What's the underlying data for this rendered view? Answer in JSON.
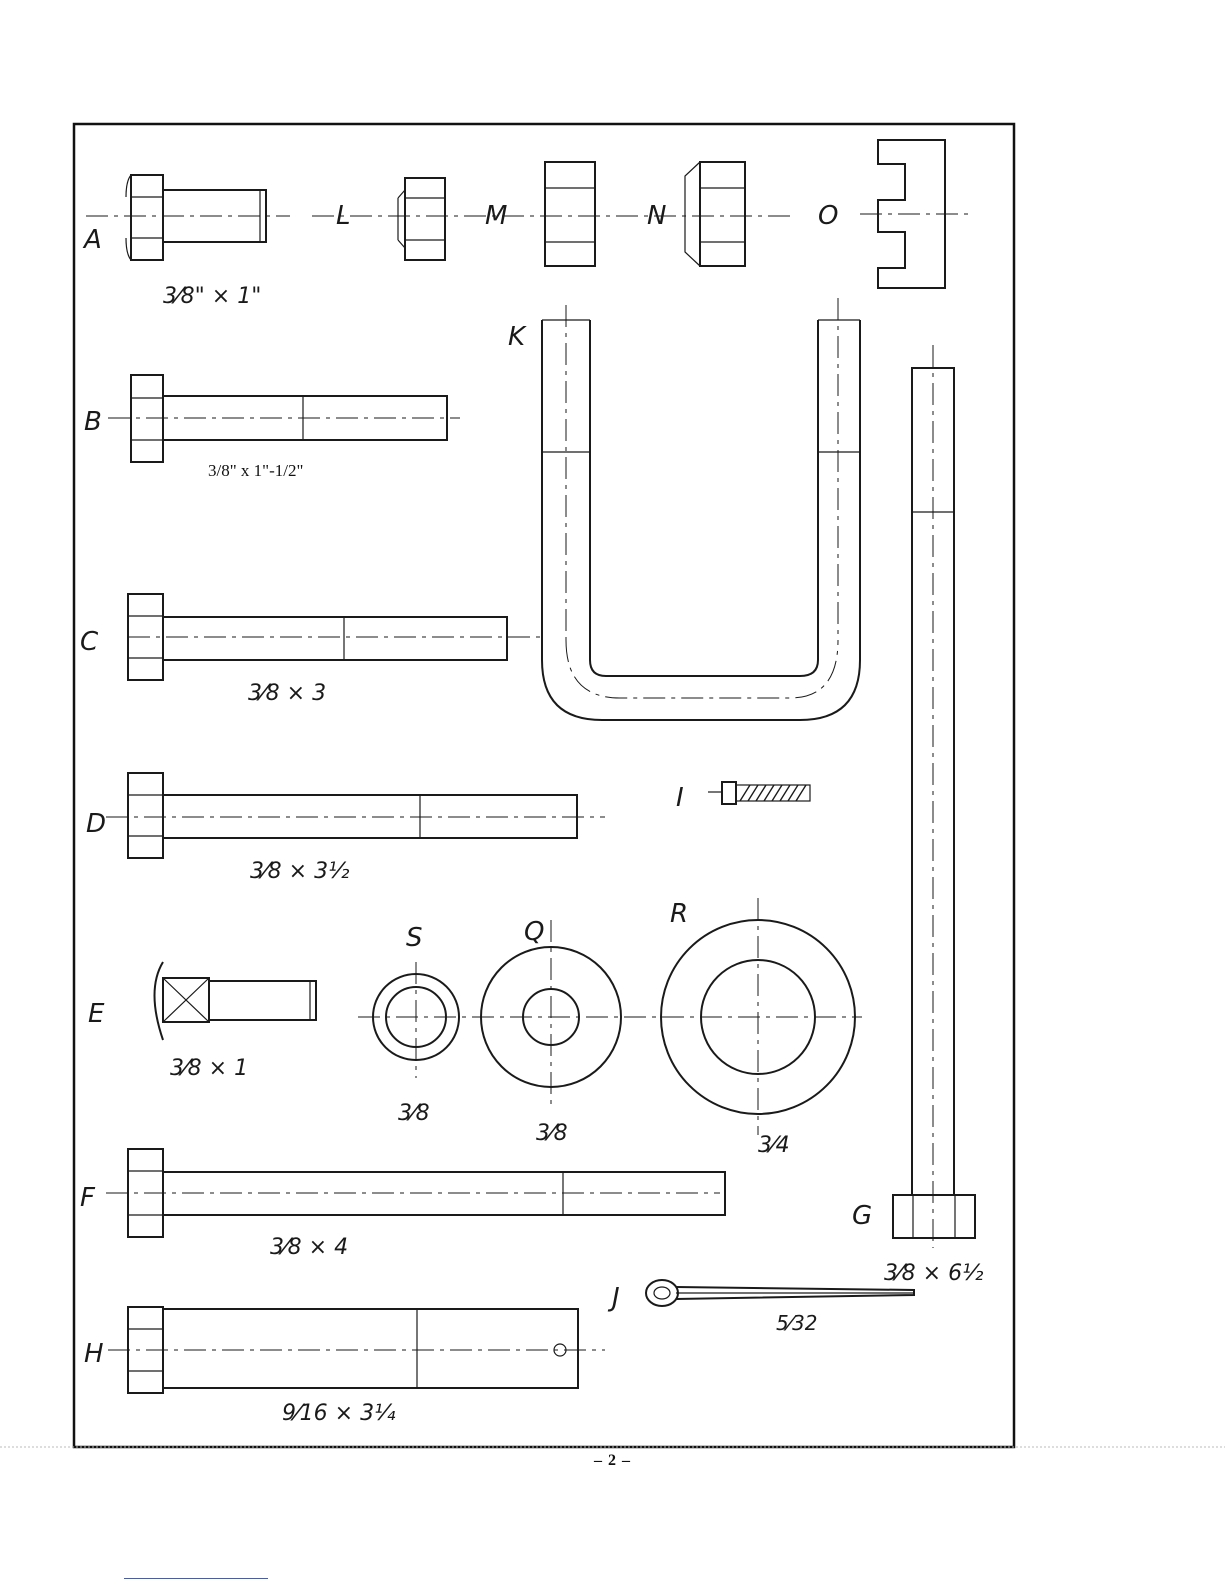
{
  "parts": {
    "A": {
      "letter": "A",
      "size": "3⁄8\" × 1\""
    },
    "B": {
      "letter": "B",
      "size": "3/8\" x 1\"-1/2\""
    },
    "C": {
      "letter": "C",
      "size": "3⁄8 × 3"
    },
    "D": {
      "letter": "D",
      "size": "3⁄8 × 3½"
    },
    "E": {
      "letter": "E",
      "size": "3⁄8 × 1"
    },
    "F": {
      "letter": "F",
      "size": "3⁄8 × 4"
    },
    "G": {
      "letter": "G",
      "size": "3⁄8 × 6½"
    },
    "H": {
      "letter": "H",
      "size": "9⁄16 × 3¼"
    },
    "I": {
      "letter": "I"
    },
    "J": {
      "letter": "J",
      "size": "5⁄32"
    },
    "K": {
      "letter": "K"
    },
    "L": {
      "letter": "L"
    },
    "M": {
      "letter": "M"
    },
    "N": {
      "letter": "N"
    },
    "O": {
      "letter": "O"
    },
    "Q": {
      "letter": "Q",
      "size": "3⁄8"
    },
    "R": {
      "letter": "R",
      "size": "3⁄4"
    },
    "S": {
      "letter": "S",
      "size": "3⁄8"
    }
  },
  "page_number": "– 2 –"
}
